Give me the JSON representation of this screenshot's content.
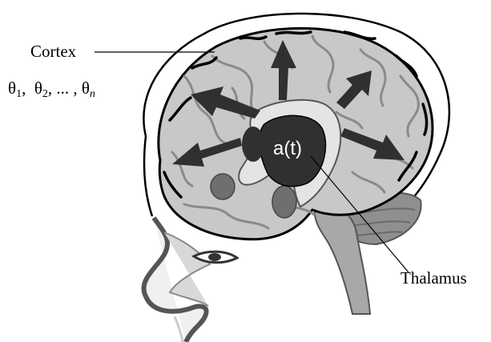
{
  "labels": {
    "cortex": "Cortex",
    "thalamus": "Thalamus",
    "activity": "a(t)"
  },
  "parameters": {
    "symbol": "θ",
    "sub1": "1",
    "sub2": "2",
    "subn": "n",
    "separator": ",",
    "ellipsis": "..."
  },
  "colors": {
    "brain_fill": "#c8c8c8",
    "sulcus": "#8a8a8a",
    "outline": "#000000",
    "thalamus_dark": "#303030",
    "ring": "#e4e4e4",
    "nuclei": "#6f6f6f",
    "cerebellum": "#8f8f8f",
    "brainstem": "#a8a8a8",
    "face": "#f0f0f0"
  }
}
